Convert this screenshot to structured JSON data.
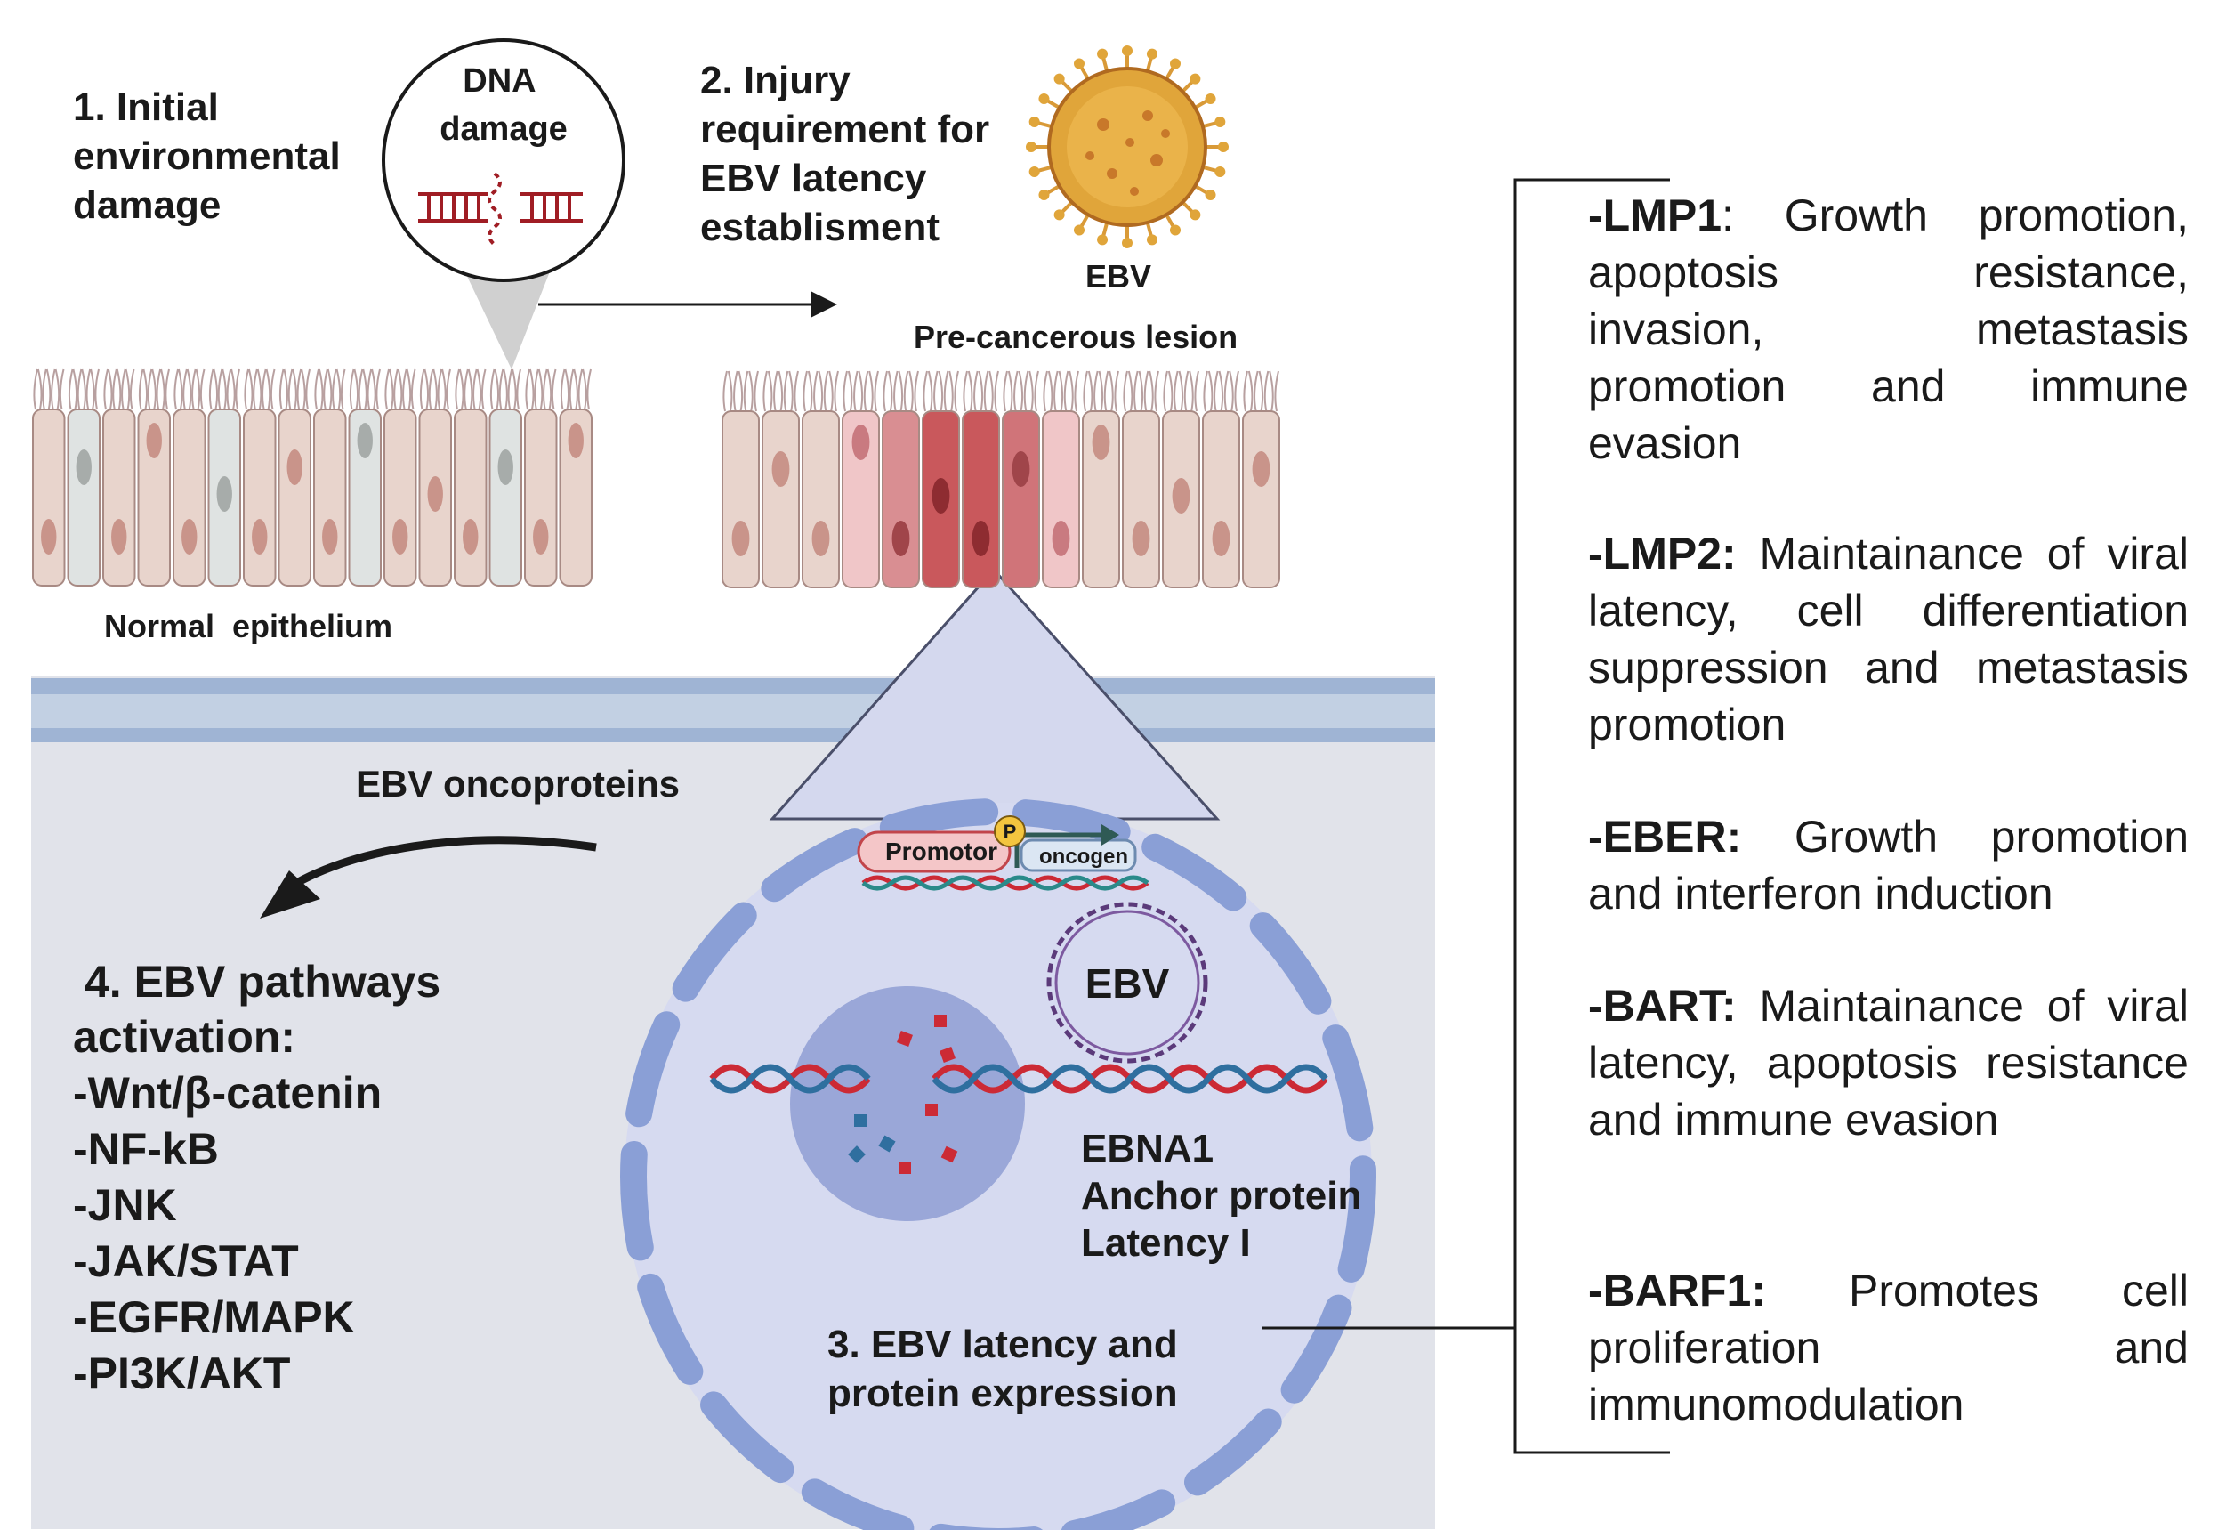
{
  "step1": {
    "lines": [
      "1. Initial",
      "environmental",
      "damage"
    ]
  },
  "dna_bubble": {
    "lines": [
      "DNA",
      "damage"
    ]
  },
  "step2": {
    "lines": [
      "2. Injury",
      "requirement for",
      "EBV latency",
      "establisment"
    ]
  },
  "virus_label": "EBV",
  "lesion_label": "Pre-cancerous lesion",
  "normal_label": "Normal  epithelium",
  "oncoproteins_label": "EBV oncoproteins",
  "step4": {
    "title_lines": [
      "4. EBV pathways",
      "activation:"
    ],
    "pathways": [
      "-Wnt/β-catenin",
      "-NF-kB",
      "-JNK",
      "-JAK/STAT",
      "-EGFR/MAPK",
      "-PI3K/AKT"
    ]
  },
  "promotor_label": "Promotor",
  "p_label": "P",
  "oncogen_label": "oncogen",
  "episome_label": "EBV",
  "ebna1": {
    "lines": [
      "EBNA1",
      "Anchor protein",
      "Latency I"
    ]
  },
  "step3": {
    "lines": [
      "3. EBV latency and",
      "protein expression"
    ]
  },
  "proteins": [
    {
      "name": "-LMP1",
      "desc": ": Growth promotion, apoptosis resistance, invasion, metastasis promotion and immune evasion"
    },
    {
      "name": "-LMP2:",
      "desc": " Maintainance of viral latency, cell differentiation suppression and metastasis promotion"
    },
    {
      "name": "-EBER:",
      "desc": " Growth promotion and interferon induction"
    },
    {
      "name": "-BART:",
      "desc": " Maintainance of viral latency, apoptosis resistance and immune evasion"
    },
    {
      "name": "-BARF1:",
      "desc": "  Promotes cell proliferation and immunomodulation"
    }
  ],
  "colors": {
    "cell_normal": "#e8d4cc",
    "cell_pale": "#dfe3e2",
    "cell_dark": "#c9585c",
    "nucleus_normal": "#c9948a",
    "panel_bg": "#e1e3ea",
    "band": "#b9c8de",
    "nucleus_fill": "#cdd2ec",
    "envelope": "#8a9fd6",
    "dna_red": "#cc2a35",
    "dna_blue": "#2f6f9f",
    "virus": "#e0a53a"
  }
}
